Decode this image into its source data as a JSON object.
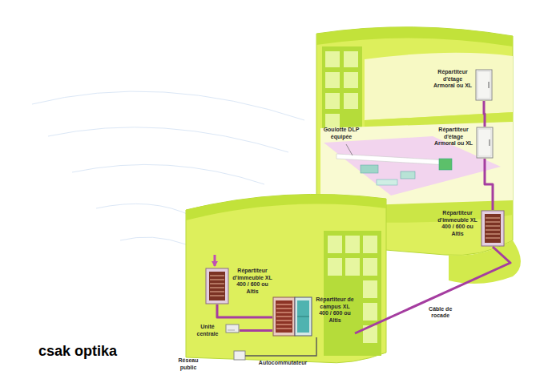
{
  "diagram": {
    "caption": "csak optika",
    "nodes": [
      {
        "text": [
          "Répartiteur d'étage Armoral ou XL"
        ]
      },
      {
        "text": [
          "Répartiteur d'étage Armoral ou XL"
        ]
      },
      {
        "text": [
          "Répartiteur d'immeuble XL 400 / 600 ou Altis"
        ]
      },
      {
        "text": [
          "Répartiteur d'immeuble XL 400 / 600 ou Altis"
        ]
      },
      {
        "text": [
          "Répartiteur de campus XL 400 / 600 ou Altis"
        ]
      },
      {
        "text": [
          "Unité centrale"
        ]
      }
    ],
    "edges": [
      {
        "from": 0,
        "to": 1,
        "arrow": "none"
      },
      {
        "from": 1,
        "to": 2,
        "arrow": "none"
      },
      {
        "from": 2,
        "to": 4,
        "label": "Câble de rocade",
        "arrow": "none"
      },
      {
        "from": 3,
        "to": 4,
        "arrow": "none"
      },
      {
        "from": 5,
        "to": 4,
        "arrow": "none"
      }
    ],
    "labels": [
      "Goulotte DLP équipée",
      "Réseau public",
      "Autocommutateur"
    ]
  }
}
